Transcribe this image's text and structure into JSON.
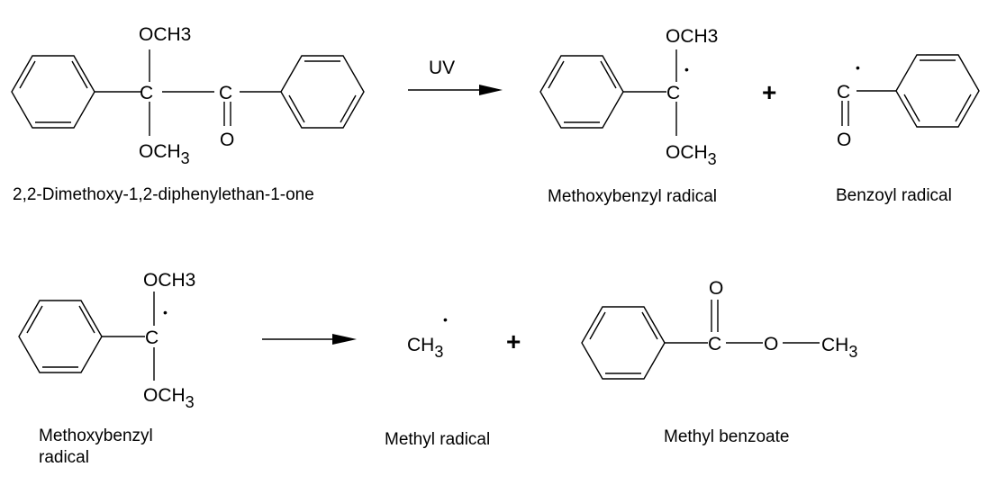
{
  "reaction1": {
    "reactant": {
      "top_group": "OCH3",
      "bottom_group": "OCH",
      "bottom_sub": "3",
      "carbon_1": "C",
      "carbon_2": "C",
      "oxygen": "O",
      "name": "2,2-Dimethoxy-1,2-diphenylethan-1-one"
    },
    "condition": "UV",
    "product1": {
      "top_group": "OCH3",
      "bottom_group": "OCH",
      "bottom_sub": "3",
      "carbon": "C",
      "radical_dot": "•",
      "name": "Methoxybenzyl radical"
    },
    "plus": "+",
    "product2": {
      "carbon": "C",
      "oxygen": "O",
      "radical_dot": "•",
      "name": "Benzoyl radical"
    }
  },
  "reaction2": {
    "reactant": {
      "top_group": "OCH3",
      "bottom_group": "OCH",
      "bottom_sub": "3",
      "carbon": "C",
      "radical_dot": "•",
      "name_line1": "Methoxybenzyl",
      "name_line2": "radical"
    },
    "product1": {
      "formula": "CH",
      "formula_sub": "3",
      "radical_dot": "•",
      "name": "Methyl radical"
    },
    "plus": "+",
    "product2": {
      "oxygen_top": "O",
      "carbon": "C",
      "oxygen_ester": "O",
      "methyl": "CH",
      "methyl_sub": "3",
      "name": "Methyl benzoate"
    }
  }
}
